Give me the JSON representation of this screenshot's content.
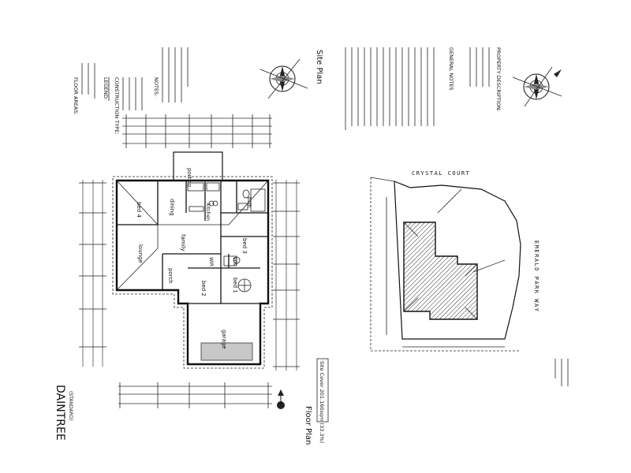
{
  "floor_plan": {
    "title": "DAINTREE",
    "subtitle": "(STANDARD)",
    "caption": "Floor Plan",
    "site_cover": "Site Cover 201.160sqm (33.3%)",
    "rooms": {
      "portico": "portico",
      "bed4": "bed 4",
      "dining": "dining",
      "lounge": "lounge",
      "family": "family",
      "kitchen": "kitchen",
      "bath": "bath",
      "bed3": "bed 3",
      "porch": "porch",
      "bed2": "bed 2",
      "bed1": "bed 1",
      "garage": "garage",
      "wir": "WIR",
      "ens": "ens"
    }
  },
  "areas": {
    "floor_areas_heading": "FLOOR AREAS:",
    "construction_heading": "CONSTRUCTION TYPE:",
    "legend_heading": "LEGEND:",
    "notes_heading": "NOTES:"
  },
  "site_plan": {
    "title": "Site Plan",
    "general_notes_heading": "GENERAL NOTES",
    "property_description_heading": "PROPERTY DESCRIPTION:",
    "street_top": "CRYSTAL COURT",
    "street_right": "EMERALD PARK WAY"
  }
}
